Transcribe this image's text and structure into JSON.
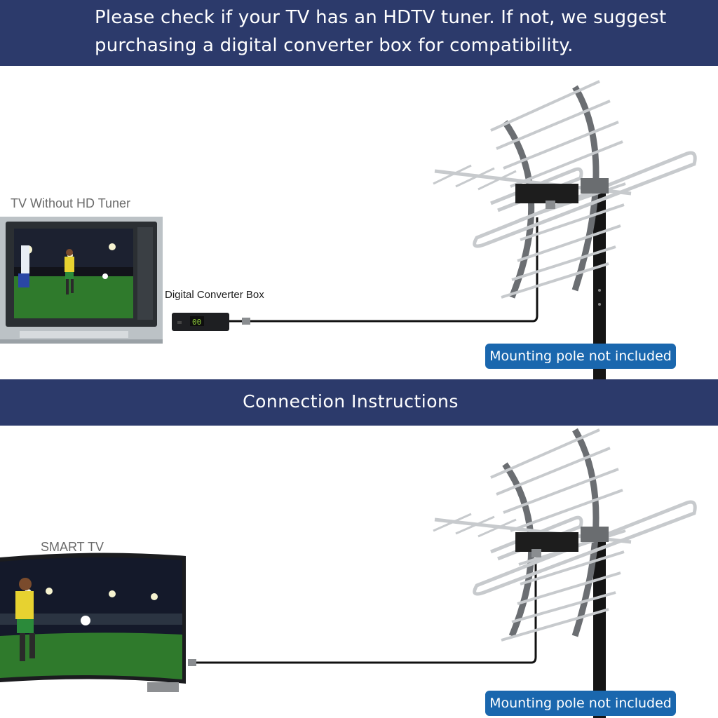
{
  "header": {
    "line1": "Please check if your TV has an HDTV tuner. If not, we suggest",
    "line2": "purchasing a digital converter box for compatibility."
  },
  "section_one": {
    "tv_label": "TV Without HD Tuner",
    "converter_label": "Digital Converter Box",
    "pole_note": "Mounting pole not included"
  },
  "section_title": "Connection Instructions",
  "section_two": {
    "tv_label": "SMART TV",
    "pole_note": "Mounting pole not included"
  },
  "colors": {
    "banner": "#2c3a6b",
    "pill": "#1a67ae",
    "pitch": "#2f7a2c",
    "cable": "#111111"
  },
  "icons": [
    "crt-tv-icon",
    "converter-box-icon",
    "antenna-icon",
    "curved-tv-icon",
    "coax-connector-icon"
  ]
}
